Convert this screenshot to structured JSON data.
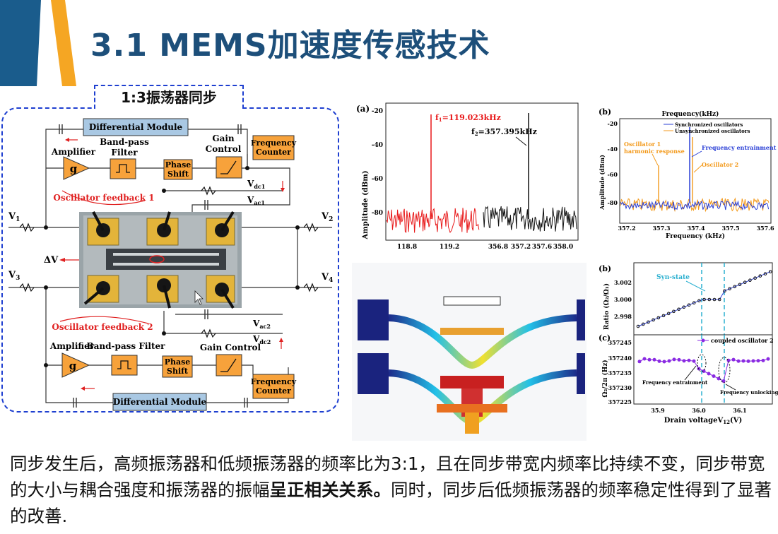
{
  "title": "3.1 MEMS加速度传感技术",
  "brand_colors": {
    "accent_orange": "#f5a623",
    "accent_blue": "#1a5c8c",
    "title_blue": "#1d4f7a"
  },
  "circuit": {
    "label": "1:3振荡器同步",
    "top": {
      "differential_module": "Differential Module",
      "amplifier": "Amplifier",
      "bandpass": [
        "Band-pass",
        "Filter"
      ],
      "gain_control": [
        "Gain",
        "Control"
      ],
      "phase_shift": [
        "Phase",
        "Shift"
      ],
      "frequency_counter": [
        "Frequency",
        "Counter"
      ],
      "feedback": "Oscillator feedback 1",
      "vdc": "V",
      "vdc_sub": "dc1",
      "vac": "V",
      "vac_sub": "ac1"
    },
    "bottom": {
      "differential_module": "Differential Module",
      "amplifier": "Amplifier",
      "bandpass": "Band-pass Filter",
      "gain_control": "Gain Control",
      "phase_shift": [
        "Phase",
        "Shift"
      ],
      "frequency_counter": [
        "Frequency",
        "Counter"
      ],
      "feedback": "Oscillator feedback 2",
      "vac": "V",
      "vac_sub": "ac2",
      "vdc": "V",
      "vdc_sub": "dc2"
    },
    "g": "g",
    "v1": "V",
    "v1_sub": "1",
    "v2": "V",
    "v2_sub": "2",
    "v3": "V",
    "v3_sub": "3",
    "v4": "V",
    "v4_sub": "4",
    "delta_v": "ΔV"
  },
  "plot_a": {
    "panel": "(a)",
    "ylabel": "Amplitude (dBm)",
    "yticks": [
      "-20",
      "-40",
      "-60",
      "-80"
    ],
    "xticks_left": [
      "118.8",
      "119.2"
    ],
    "xticks_right": [
      "356.8",
      "357.2",
      "357.6",
      "358.0"
    ],
    "f1_label": "f",
    "f1_sub": "1",
    "f1_value": "=119.023kHz",
    "f2_label": "f",
    "f2_sub": "2",
    "f2_value": "=357.395kHz"
  },
  "plot_b_top": {
    "panel": "(b)",
    "top_label": "Frequency(kHz)",
    "ylabel": "Amplitude (dBm)",
    "xlabel": "Frequency (kHz)",
    "yticks": [
      "-20",
      "-40",
      "-60",
      "-80"
    ],
    "xticks": [
      "357.2",
      "357.3",
      "357.4",
      "357.5",
      "357.6"
    ],
    "legend": [
      "Synchronized oscillators",
      "Unsynchronized oscillators"
    ],
    "ann_osc1": [
      "Oscillator 1",
      "harmonic response"
    ],
    "ann_entrain": "Frequency entrainment",
    "ann_osc2": "Oscillator 2"
  },
  "plot_b_bottom": {
    "panel": "(b)",
    "ylabel": "Ratio (Ω₂/Ω₁)",
    "yticks": [
      "3.002",
      "3.000",
      "2.998"
    ],
    "ann_syn": "Syn-state"
  },
  "plot_c": {
    "panel": "(c)",
    "ylabel": "Ω₂/2π (Hz)",
    "yticks": [
      "357245",
      "357240",
      "357235",
      "357230",
      "357225"
    ],
    "xticks": [
      "35.9",
      "36.0",
      "36.1"
    ],
    "xlabel": "Drain voltage",
    "xlabel_sub": "V",
    "xlabel_sub2": "12",
    "xlabel_unit": "(V)",
    "legend": "coupled oscillator 2",
    "ann_entrain": "Frequency entrainment",
    "ann_unlock": "Frequency unlocking"
  },
  "caption": {
    "part1": "同步发生后，高频振荡器和低频振荡器的频率比为3:1，且在同步带宽内频率比持续不变，同步带宽的大小与耦合强度和振荡器的振幅",
    "bold": "呈正相关关系。",
    "part2": "同时，同步后低频振荡器的频率稳定性得到了显著的改善."
  }
}
